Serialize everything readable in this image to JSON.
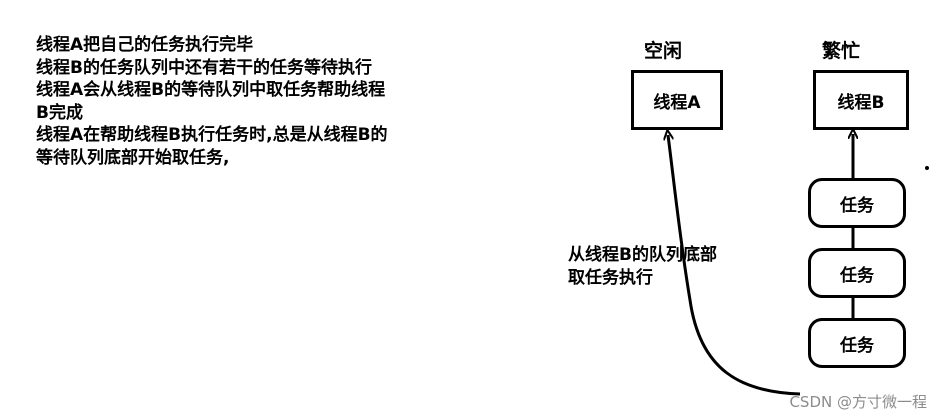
{
  "description_lines": [
    "线程A把自己的任务执行完毕",
    "线程B的任务队列中还有若干的任务等待执行",
    "线程A会从线程B的等待队列中取任务帮助线程",
    "B完成",
    "线程A在帮助线程B执行任务时,总是从线程B的",
    "等待队列底部开始取任务,"
  ],
  "thread_a": {
    "status": "空闲",
    "name": "线程A"
  },
  "thread_b": {
    "status": "繁忙",
    "name": "线程B"
  },
  "tasks": [
    "任务",
    "任务",
    "任务"
  ],
  "steal_label": [
    "从线程B的队列底部",
    "取任务执行"
  ],
  "watermark": "CSDN @方寸微一程"
}
